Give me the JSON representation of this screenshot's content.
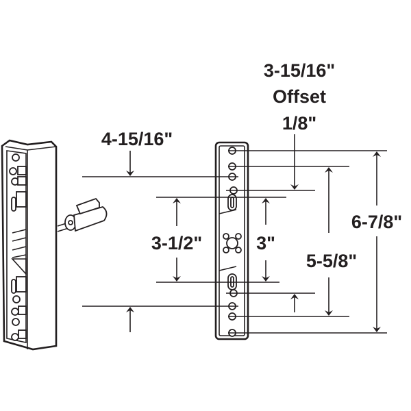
{
  "dimensions": {
    "hole_spacing_outer": "4-15/16\"",
    "top_offset_label_1": "3-15/16\"",
    "top_offset_label_2": "Offset",
    "top_offset_label_3": "1/8\"",
    "left_spacing": "3-1/2\"",
    "slot_spacing": "3\"",
    "inner_spacing": "5-5/8\"",
    "overall_length": "6-7/8\""
  },
  "colors": {
    "line": "#231f20",
    "background": "#ffffff"
  }
}
